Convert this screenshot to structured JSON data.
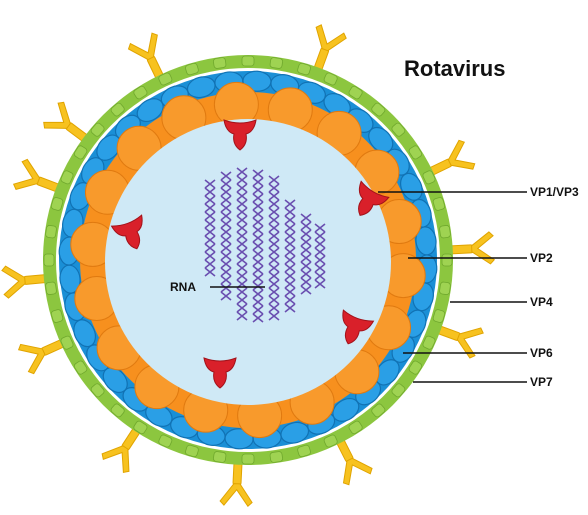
{
  "title": "Rotavirus",
  "labels": {
    "rna": "RNA",
    "vp1vp3": "VP1/VP3",
    "vp2": "VP2",
    "vp4": "VP4",
    "vp6": "VP6",
    "vp7": "VP7"
  },
  "colors": {
    "vp7_layer": "#8cc63f",
    "vp6_layer": "#1a8fd6",
    "vp2_layer": "#f7901e",
    "vp4_spike": "#f7c21f",
    "vp1vp3_enzyme": "#d9202a",
    "core_fill": "#cfe9f6",
    "rna": "#6a4fb0"
  },
  "icons": [
    "vp4-spike-icon",
    "vp1vp3-enzyme-icon",
    "rna-helix-icon"
  ]
}
